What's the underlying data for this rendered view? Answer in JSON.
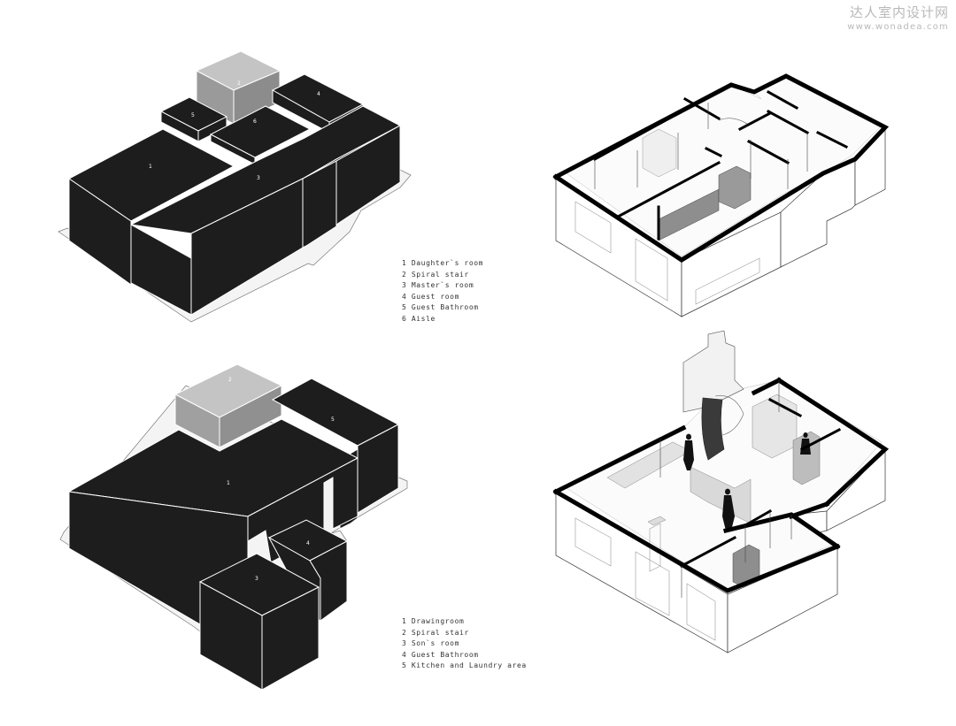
{
  "watermark": {
    "text": "达人室内设计网",
    "url": "www.wonadea.com"
  },
  "upper_floor": {
    "block_numbers": [
      "1",
      "2",
      "3",
      "4",
      "5",
      "6"
    ],
    "legend": [
      "1 Daughter`s room",
      "2 Spiral stair",
      "3 Master`s room",
      "4 Guest room",
      "5 Guest Bathroom",
      "6 Aisle"
    ]
  },
  "lower_floor": {
    "block_numbers": [
      "1",
      "2",
      "3",
      "4",
      "5"
    ],
    "legend": [
      "1 Drawingroom",
      "2 Spiral stair",
      "3 Son`s room",
      "4 Guest Bathroom",
      "5 Kitchen and Laundry area"
    ]
  },
  "colors": {
    "volume_fill": "#1d1d1d",
    "stair_fill": "#999999",
    "outline": "#ffffff",
    "wall_cut": "#000000"
  }
}
